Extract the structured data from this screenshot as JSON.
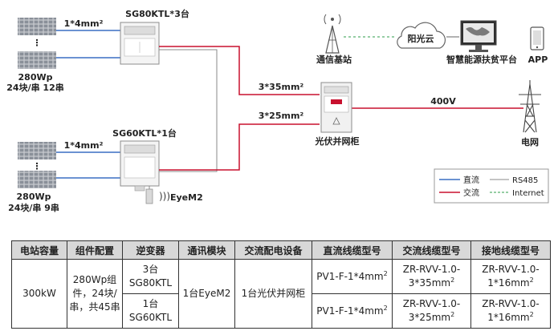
{
  "diagram": {
    "top_inverter": "SG80KTL*3台",
    "top_dc_cable": "1*4mm²",
    "top_module_spec": "280Wp",
    "top_module_string": "24块/串 12串",
    "bottom_inverter": "SG60KTL*1台",
    "bottom_dc_cable": "1*4mm²",
    "bottom_module_spec": "280Wp",
    "bottom_module_string": "24块/串 9串",
    "ac_cable_top": "3*35mm²",
    "ac_cable_bottom": "3*25mm²",
    "combiner_label": "光伏并网柜",
    "grid_voltage": "400V",
    "grid_label": "电网",
    "tower_label": "通信基站",
    "cloud_label": "阳光云",
    "platform_label": "智慧能源扶贫平台",
    "app_label": "APP",
    "eyem2_label": "EyeM2",
    "legend": {
      "dc": "直流",
      "ac": "交流",
      "rs485": "RS485",
      "internet": "Internet"
    },
    "colors": {
      "dc": "#3a6fc4",
      "ac": "#c8102e",
      "rs485": "#888888",
      "internet": "#2e9e4a"
    },
    "icons": [
      "cell-tower-icon",
      "cloud-icon",
      "monitor-map-icon",
      "phone-icon",
      "transmission-tower-icon",
      "solar-panel-icon",
      "inverter-icon",
      "combiner-cabinet-icon",
      "wifi-signal-icon"
    ]
  },
  "table": {
    "headers": [
      "电站容量",
      "组件配置",
      "逆变器",
      "通讯模块",
      "交流配电设备",
      "直流线缆型号",
      "交流线缆型号",
      "接地线缆型号"
    ],
    "capacity": "300kW",
    "module_config": "280Wp组件，24块/串，共45串",
    "comm_module": "1台EyeM2",
    "ac_equipment": "1台光伏并网柜",
    "rows": [
      {
        "inverter": "3台 SG80KTL",
        "dc_cable": "PV1-F-1*4mm",
        "dc_sup": "2",
        "ac_cable": "ZR-RVV-1.0-3*35mm",
        "ac_sup": "2",
        "ground_cable": "ZR-RVV-1.0-1*16mm",
        "ground_sup": "2"
      },
      {
        "inverter": "1台 SG60KTL",
        "dc_cable": "PV1-F-1*4mm",
        "dc_sup": "2",
        "ac_cable": "ZR-RVV-1.0-3*25mm",
        "ac_sup": "2",
        "ground_cable": "ZR-RVV-1.0-1*16mm",
        "ground_sup": "2"
      }
    ]
  }
}
